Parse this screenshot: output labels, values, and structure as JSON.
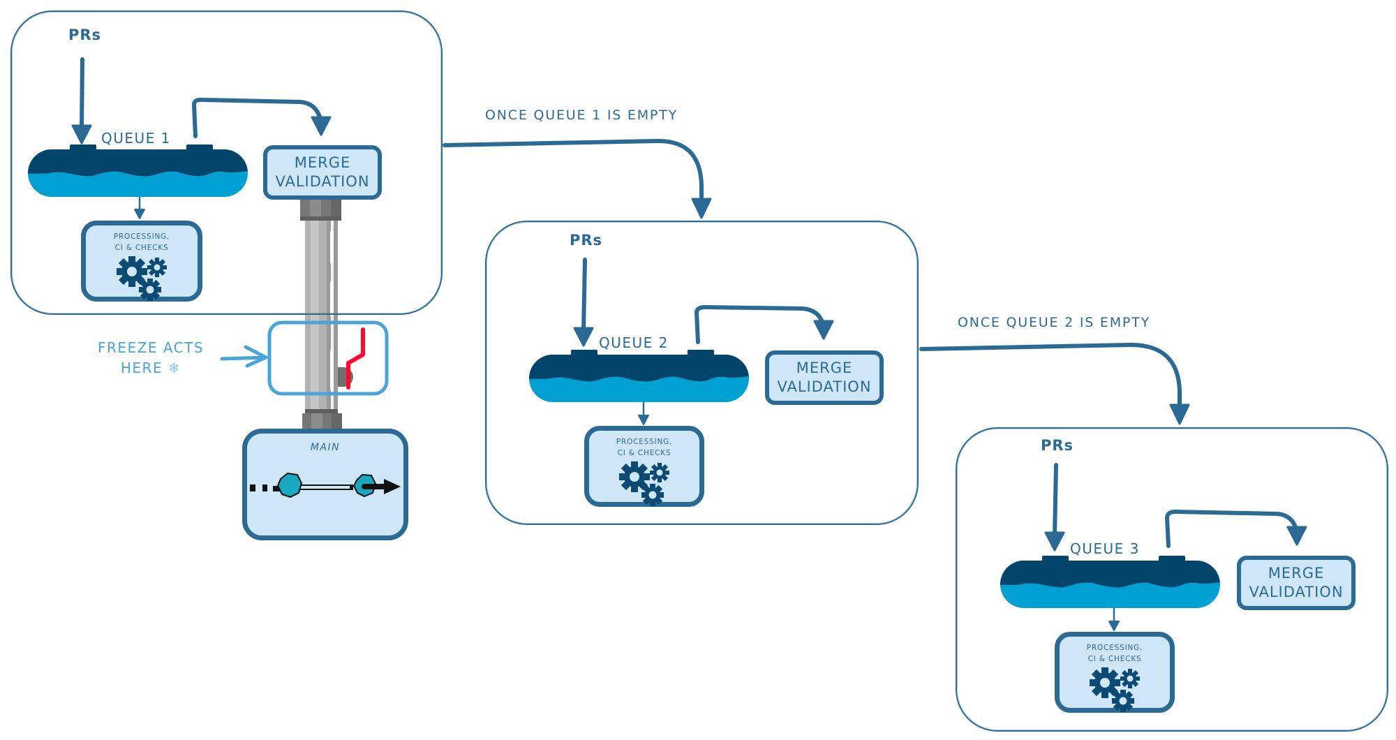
{
  "stages": [
    {
      "id": "queue-1",
      "prs_label": "PRs",
      "queue_label": "QUEUE 1",
      "merge_label_line1": "MERGE",
      "merge_label_line2": "VALIDATION",
      "processing_line1": "PROCESSING,",
      "processing_line2": "CI & CHECKS"
    },
    {
      "id": "queue-2",
      "prs_label": "PRs",
      "queue_label": "QUEUE 2",
      "merge_label_line1": "MERGE",
      "merge_label_line2": "VALIDATION",
      "processing_line1": "PROCESSING,",
      "processing_line2": "CI & CHECKS"
    },
    {
      "id": "queue-3",
      "prs_label": "PRs",
      "queue_label": "QUEUE 3",
      "merge_label_line1": "MERGE",
      "merge_label_line2": "VALIDATION",
      "processing_line1": "PROCESSING,",
      "processing_line2": "CI & CHECKS"
    }
  ],
  "transitions": [
    {
      "label": "ONCE QUEUE 1 IS EMPTY",
      "from": "queue-1",
      "to": "queue-2"
    },
    {
      "label": "ONCE QUEUE 2 IS EMPTY",
      "from": "queue-2",
      "to": "queue-3"
    }
  ],
  "freeze": {
    "label_line1": "FREEZE ACTS",
    "label_line2": "HERE",
    "icon": "snowflake-icon",
    "icon_glyph": "❄"
  },
  "main_branch": {
    "label": "MAIN"
  },
  "colors": {
    "stroke": "#2a6a94",
    "tank_top": "#03446b",
    "tank_water": "#00a0d2",
    "box_fill": "#cfe6f7",
    "freeze": "#4aa3d9",
    "valve_handle": "#ff0a2e",
    "commit_node": "#18a8bf",
    "pipe": "#a9a9a9"
  }
}
